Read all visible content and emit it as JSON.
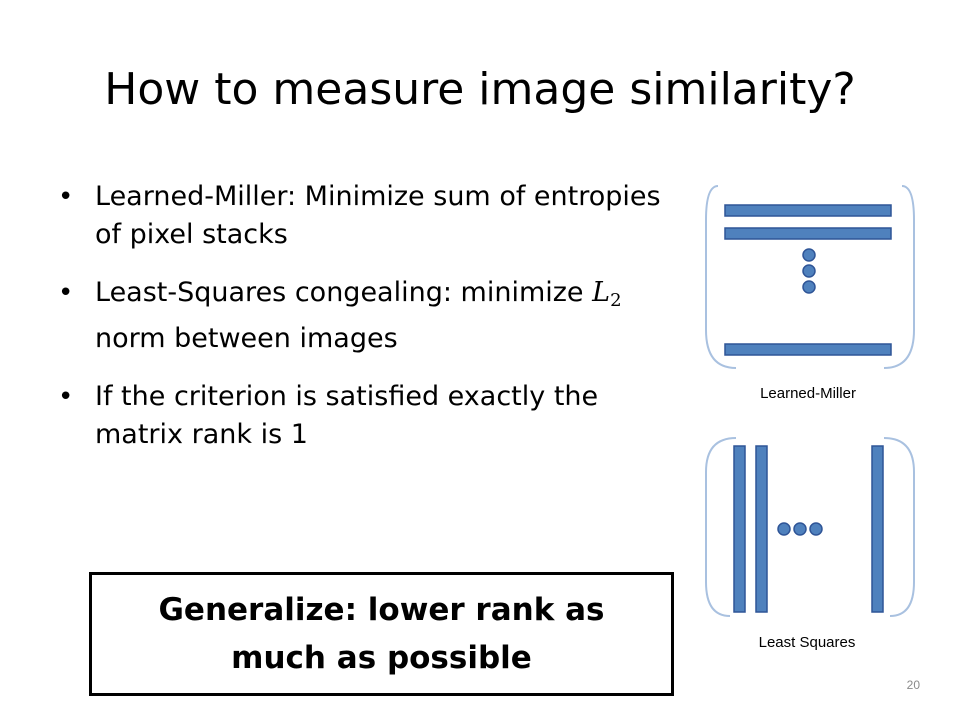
{
  "slide": {
    "title": "How to measure image similarity?",
    "bullets": [
      {
        "text": "Learned-Miller: Minimize sum of entropies of pixel stacks"
      },
      {
        "text_before": "Least-Squares congealing: minimize ",
        "math_symbol": "L",
        "math_subscript": "2",
        "text_after": " norm between images"
      },
      {
        "text": "If the criterion is satisfied exactly the matrix rank is 1"
      }
    ],
    "callout": "Generalize: lower rank as much as possible",
    "figures": {
      "learned_miller_caption": "Learned-Miller",
      "least_squares_caption": "Least Squares"
    },
    "page_number": "20"
  },
  "colors": {
    "bar_fill": "#4f81bd",
    "bar_stroke": "#2f5597",
    "bracket": "#a9c1e0"
  }
}
